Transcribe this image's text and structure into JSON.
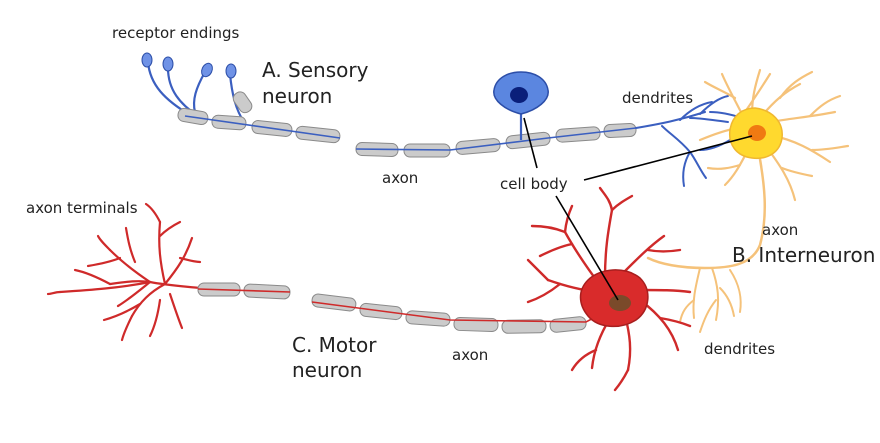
{
  "labels": {
    "receptor_endings": "receptor endings",
    "sensory_line1": "A. Sensory",
    "sensory_line2": "neuron",
    "dendrites_top": "dendrites",
    "axon_sensory": "axon",
    "cell_body": "cell body",
    "axon_terminals": "axon terminals",
    "axon_inter": "axon",
    "interneuron": "B. Interneuron",
    "motor_line1": "C. Motor",
    "motor_line2": "neuron",
    "axon_motor": "axon",
    "dendrites_bottom": "dendrites"
  },
  "colors": {
    "sensory": "#3b5fc0",
    "sensory_soma": "#5b86e0",
    "nucleus": "#0a1f7a",
    "myelin": "#c9c9c9",
    "myelin_edge": "#8a8a8a",
    "inter": "#f5c27a",
    "inter_soma": "#ffd92e",
    "inter_nucleus": "#f07a12",
    "motor": "#cf2a2a",
    "motor_nucleus": "#7a4a2a"
  }
}
